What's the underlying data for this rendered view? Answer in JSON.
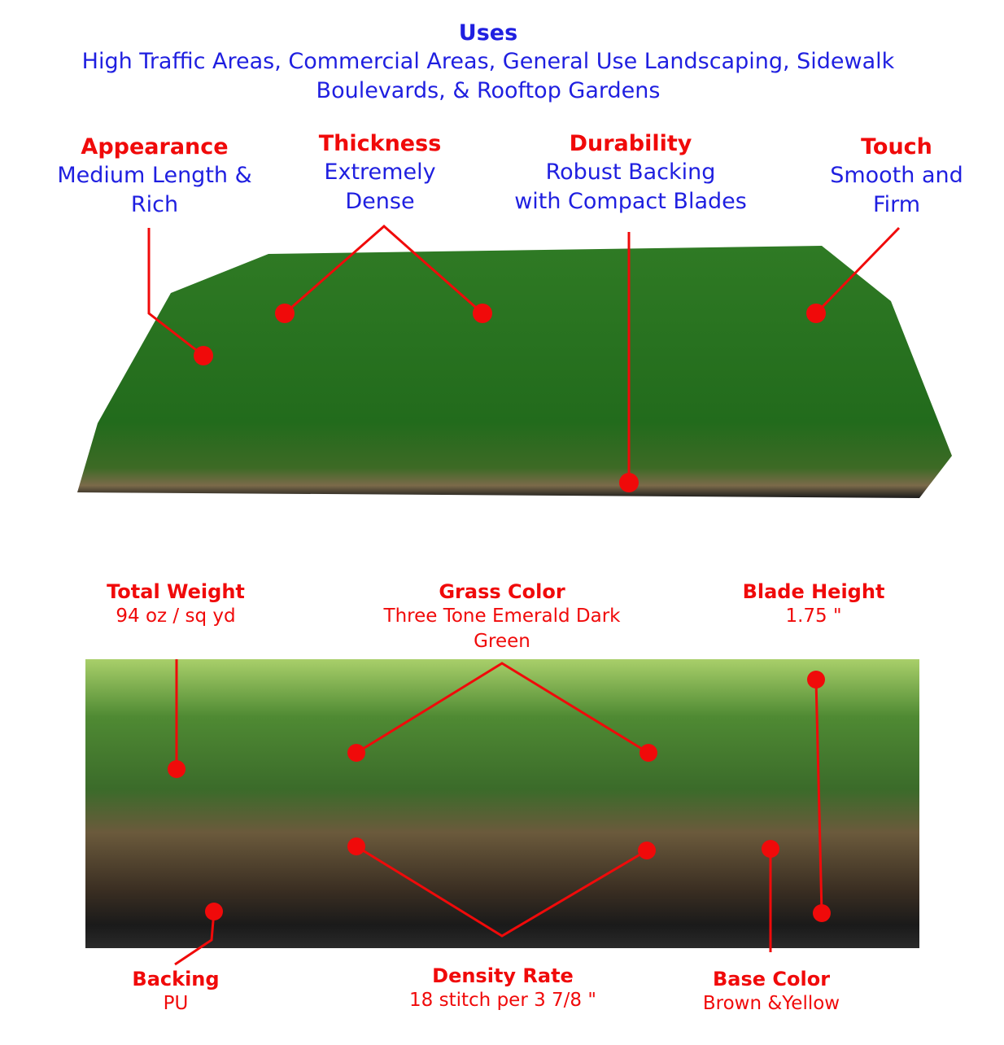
{
  "uses": {
    "title": "Uses",
    "line1": "High Traffic Areas, Commercial Areas, General Use Landscaping, Sidewalk",
    "line2": "Boulevards, & Rooftop Gardens"
  },
  "top_features": [
    {
      "title": "Appearance",
      "line1": "Medium Length &",
      "line2": "Rich"
    },
    {
      "title": "Thickness",
      "line1": "Extremely",
      "line2": "Dense"
    },
    {
      "title": "Durability",
      "line1": "Robust Backing",
      "line2": "with Compact Blades"
    },
    {
      "title": "Touch",
      "line1": "Smooth and",
      "line2": "Firm"
    }
  ],
  "specs": [
    {
      "title": "Total Weight",
      "line1": "94 oz / sq yd"
    },
    {
      "title": "Grass Color",
      "line1": "Three Tone Emerald Dark",
      "line2": "Green"
    },
    {
      "title": "Blade Height",
      "line1": "1.75 \""
    },
    {
      "title": "Backing",
      "line1": "PU"
    },
    {
      "title": "Density Rate",
      "line1": "18 stitch per 3 7/8 \""
    },
    {
      "title": "Base Color",
      "line1": "Brown &Yellow"
    }
  ],
  "colors": {
    "heading_blue": "#1f1fe0",
    "annotation_red": "#f00a0a"
  }
}
